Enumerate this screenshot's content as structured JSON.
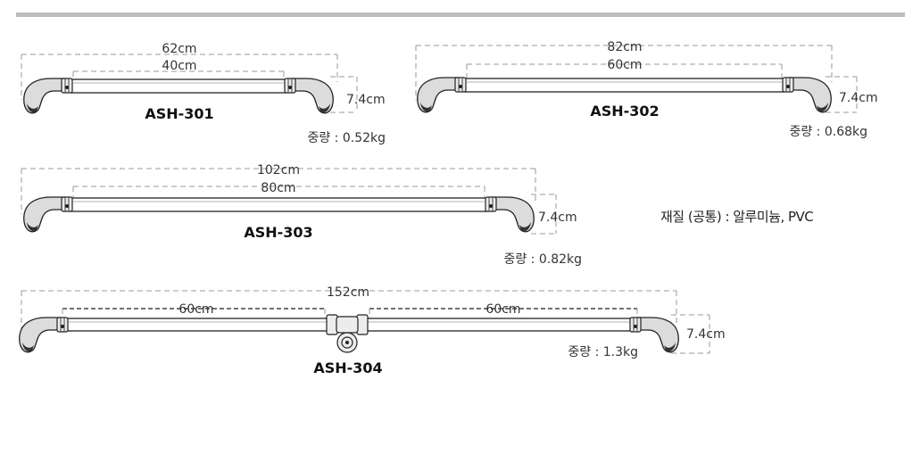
{
  "colors": {
    "top_rule": "#bdbdbd",
    "dimension_line": "#9a9a9a",
    "outline": "#222222"
  },
  "products": [
    {
      "model": "ASH-301",
      "overall_length": "62cm",
      "bar_length": "40cm",
      "height": "7.4cm",
      "weight": "중량 : 0.52kg"
    },
    {
      "model": "ASH-302",
      "overall_length": "82cm",
      "bar_length": "60cm",
      "height": "7.4cm",
      "weight": "중량 : 0.68kg"
    },
    {
      "model": "ASH-303",
      "overall_length": "102cm",
      "bar_length": "80cm",
      "height": "7.4cm",
      "weight": "중량 : 0.82kg"
    },
    {
      "model": "ASH-304",
      "overall_length": "152cm",
      "bar_length_left": "60cm",
      "bar_length_right": "60cm",
      "height": "7.4cm",
      "weight": "중량 : 1.3kg"
    }
  ],
  "material_note": "재질 (공통) : 알루미늄, PVC"
}
